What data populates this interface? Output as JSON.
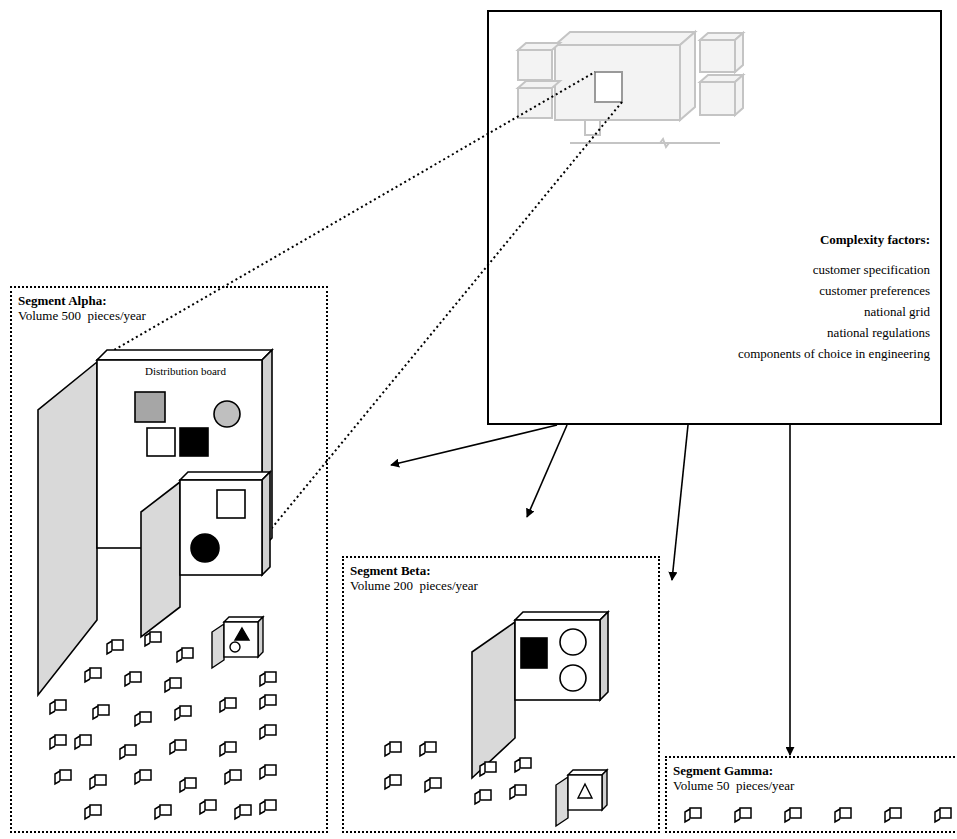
{
  "diagram": {
    "nodes": [
      {
        "text": [
          "Complexity factors:",
          "customer specification",
          "customer preferences",
          "national grid",
          "national regulations",
          "components of choice in engineering"
        ]
      },
      {
        "text": [
          "Segment Alpha:",
          "Volume 500  pieces/year"
        ]
      },
      {
        "text": [
          "Distribution board"
        ],
        "in": 1
      },
      {
        "text": [
          "Segment Beta:",
          "Volume 200  pieces/year"
        ]
      },
      {
        "text": [
          "Segment Gamma:",
          "Volume 50  pieces/year"
        ]
      }
    ],
    "edges": [
      {
        "from": 0,
        "to": 4,
        "arrow": "to"
      }
    ]
  }
}
